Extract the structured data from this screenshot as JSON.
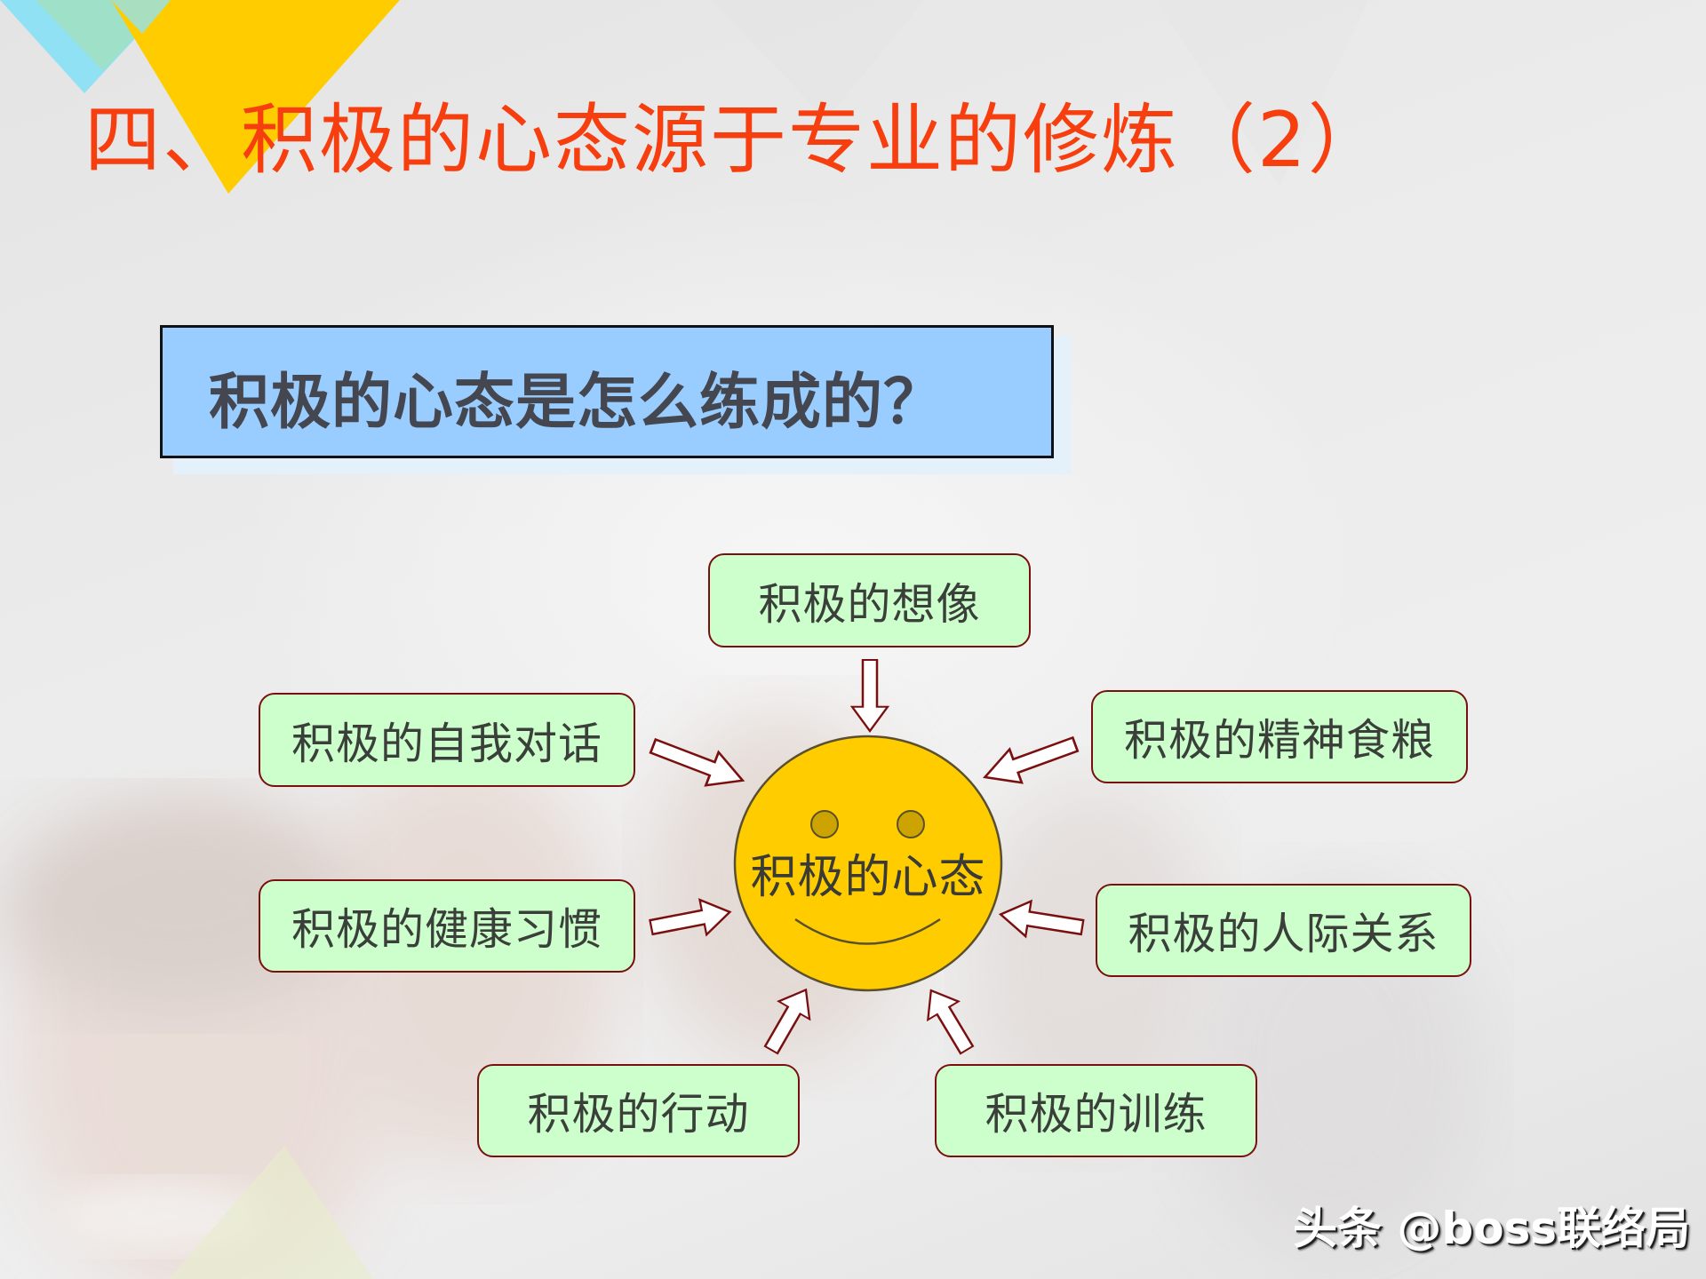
{
  "slide": {
    "title": "四、积极的心态源于专业的修炼（2）",
    "title_color": "#f63e0e",
    "question": "积极的心态是怎么练成的？",
    "question_box_color": "#99ccff"
  },
  "diagram": {
    "center": {
      "label": "积极的心态",
      "icon": "smiley-face-icon",
      "fill": "#ffcc00"
    },
    "nodes": [
      {
        "id": "imagination",
        "label": "积极的想像",
        "position": "top"
      },
      {
        "id": "self-talk",
        "label": "积极的自我对话",
        "position": "upper-left"
      },
      {
        "id": "spiritual-food",
        "label": "积极的精神食粮",
        "position": "upper-right"
      },
      {
        "id": "healthy-habits",
        "label": "积极的健康习惯",
        "position": "middle-left"
      },
      {
        "id": "relationships",
        "label": "积极的人际关系",
        "position": "middle-right"
      },
      {
        "id": "action",
        "label": "积极的行动",
        "position": "bottom-left"
      },
      {
        "id": "training",
        "label": "积极的训练",
        "position": "bottom-right"
      }
    ],
    "node_fill": "#ccffcc",
    "node_border": "#7a0f0f",
    "arrow_style": "hollow-block-arrow"
  },
  "watermark": {
    "text": "头条 @boss联络局"
  }
}
